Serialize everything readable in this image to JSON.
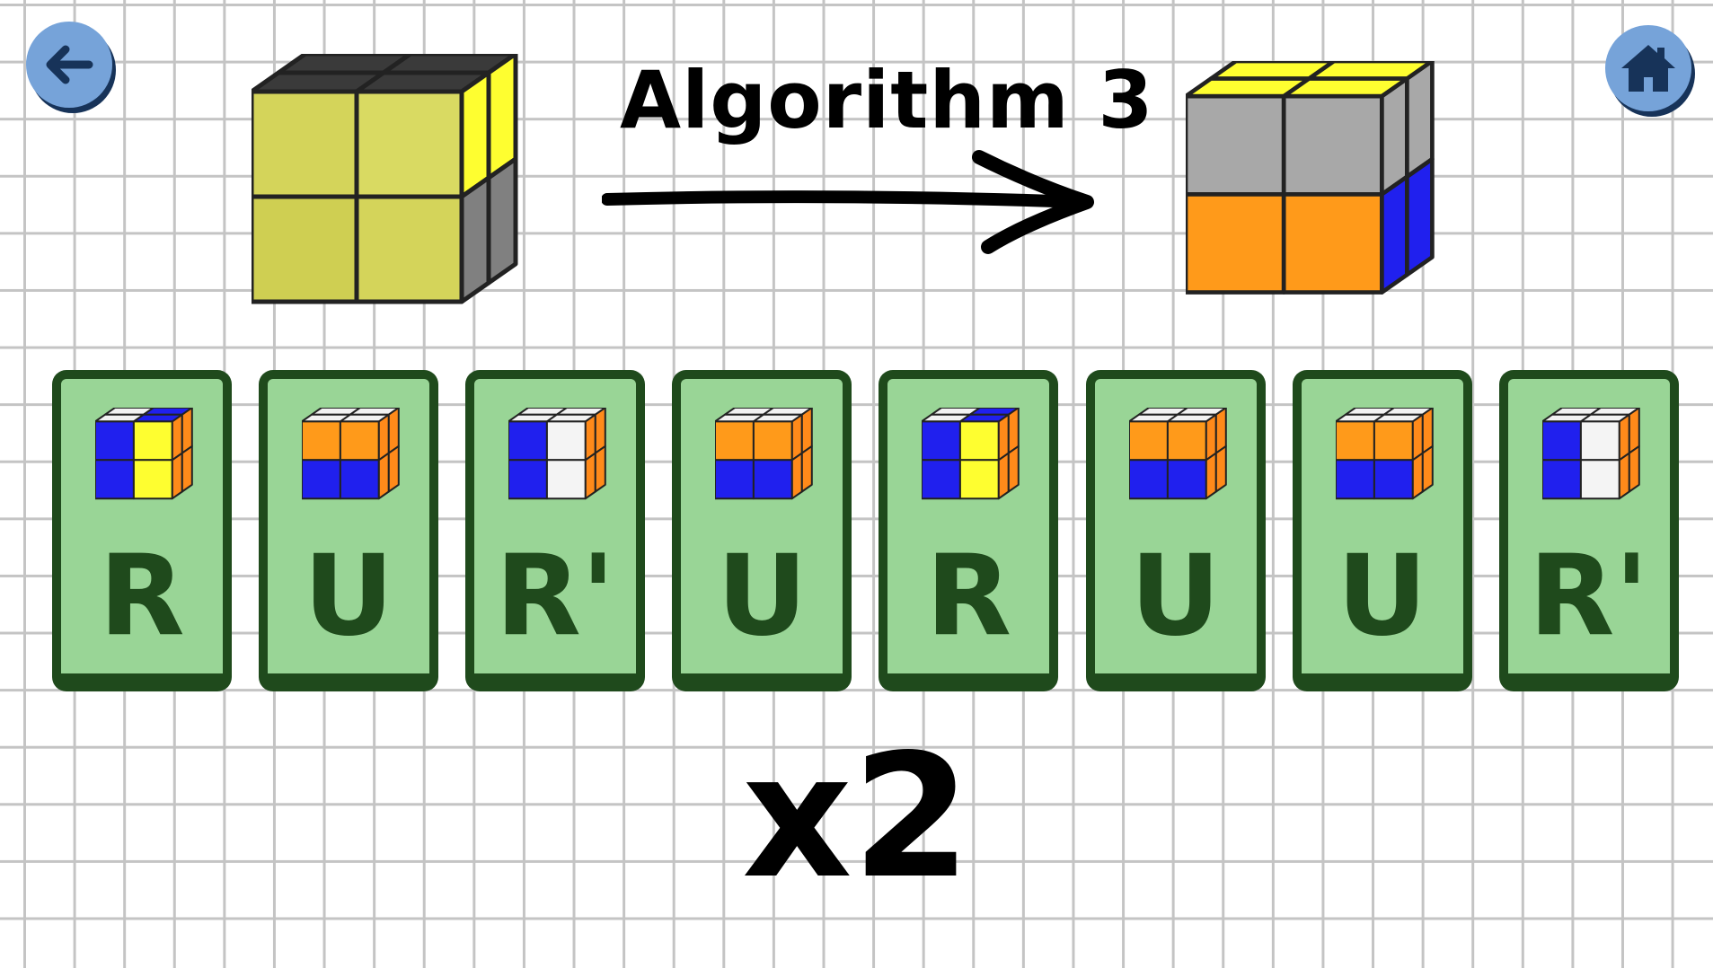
{
  "header": {
    "title": "Algorithm 3",
    "back_icon": "arrow-left-icon",
    "home_icon": "home-icon",
    "button_color": "#76a3d9"
  },
  "start_cube": {
    "top": [
      "#3a3a3a",
      "#3a3a3a",
      "#3a3a3a",
      "#3a3a3a"
    ],
    "front": [
      "#d4d45a",
      "#d9da62",
      "#cfcf52",
      "#d4d45a"
    ],
    "right": [
      "#fefe30",
      "#fefe30",
      "#808080",
      "#808080"
    ]
  },
  "end_cube": {
    "top": [
      "#fefe30",
      "#fefe30",
      "#fefe30",
      "#fefe30"
    ],
    "front": [
      "#a8a8a8",
      "#a8a8a8",
      "#ff9a1a",
      "#ff9a1a"
    ],
    "right": [
      "#a8a8a8",
      "#a8a8a8",
      "#2020ee",
      "#2020ee"
    ]
  },
  "moves": [
    {
      "label": "R",
      "cube": {
        "top": [
          "#f2f2f2",
          "#2020ee",
          "#f2f2f2",
          "#2020ee"
        ],
        "front": [
          "#2020ee",
          "#fefe30",
          "#2020ee",
          "#fefe30"
        ],
        "right": [
          "#ff8a1a",
          "#ff8a1a",
          "#ff8a1a",
          "#ff8a1a"
        ]
      }
    },
    {
      "label": "U",
      "cube": {
        "top": [
          "#f2f2f2",
          "#f2f2f2",
          "#f2f2f2",
          "#f2f2f2"
        ],
        "front": [
          "#ff9a1a",
          "#ff9a1a",
          "#2020ee",
          "#2020ee"
        ],
        "right": [
          "#ff8a1a",
          "#ff8a1a",
          "#ff8a1a",
          "#ff8a1a"
        ]
      }
    },
    {
      "label": "R'",
      "cube": {
        "top": [
          "#f2f2f2",
          "#f2f2f2",
          "#f2f2f2",
          "#f2f2f2"
        ],
        "front": [
          "#2020ee",
          "#f4f4f4",
          "#2020ee",
          "#f4f4f4"
        ],
        "right": [
          "#ff8a1a",
          "#ff8a1a",
          "#ff8a1a",
          "#ff8a1a"
        ]
      }
    },
    {
      "label": "U",
      "cube": {
        "top": [
          "#f2f2f2",
          "#f2f2f2",
          "#f2f2f2",
          "#f2f2f2"
        ],
        "front": [
          "#ff9a1a",
          "#ff9a1a",
          "#2020ee",
          "#2020ee"
        ],
        "right": [
          "#ff8a1a",
          "#ff8a1a",
          "#ff8a1a",
          "#ff8a1a"
        ]
      }
    },
    {
      "label": "R",
      "cube": {
        "top": [
          "#f2f2f2",
          "#2020ee",
          "#f2f2f2",
          "#2020ee"
        ],
        "front": [
          "#2020ee",
          "#fefe30",
          "#2020ee",
          "#fefe30"
        ],
        "right": [
          "#ff8a1a",
          "#ff8a1a",
          "#ff8a1a",
          "#ff8a1a"
        ]
      }
    },
    {
      "label": "U",
      "cube": {
        "top": [
          "#f2f2f2",
          "#f2f2f2",
          "#f2f2f2",
          "#f2f2f2"
        ],
        "front": [
          "#ff9a1a",
          "#ff9a1a",
          "#2020ee",
          "#2020ee"
        ],
        "right": [
          "#ff8a1a",
          "#ff8a1a",
          "#ff8a1a",
          "#ff8a1a"
        ]
      }
    },
    {
      "label": "U",
      "cube": {
        "top": [
          "#f2f2f2",
          "#f2f2f2",
          "#f2f2f2",
          "#f2f2f2"
        ],
        "front": [
          "#ff9a1a",
          "#ff9a1a",
          "#2020ee",
          "#2020ee"
        ],
        "right": [
          "#ff8a1a",
          "#ff8a1a",
          "#ff8a1a",
          "#ff8a1a"
        ]
      }
    },
    {
      "label": "R'",
      "cube": {
        "top": [
          "#f2f2f2",
          "#f2f2f2",
          "#f2f2f2",
          "#f2f2f2"
        ],
        "front": [
          "#2020ee",
          "#f4f4f4",
          "#2020ee",
          "#f4f4f4"
        ],
        "right": [
          "#ff8a1a",
          "#ff8a1a",
          "#ff8a1a",
          "#ff8a1a"
        ]
      }
    }
  ],
  "repeat_label": "x2",
  "card_colors": {
    "fill": "#99d596",
    "border": "#1f4a1c"
  }
}
